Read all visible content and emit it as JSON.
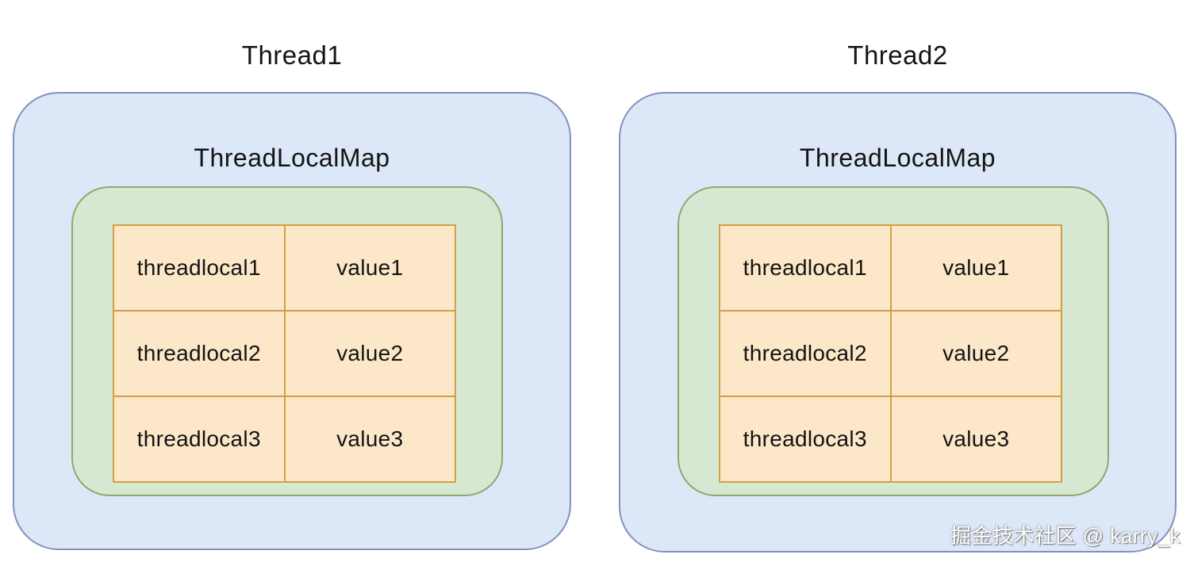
{
  "diagram": {
    "threads": [
      {
        "title": "Thread1",
        "map_label": "ThreadLocalMap",
        "entries": [
          {
            "key": "threadlocal1",
            "value": "value1"
          },
          {
            "key": "threadlocal2",
            "value": "value2"
          },
          {
            "key": "threadlocal3",
            "value": "value3"
          }
        ]
      },
      {
        "title": "Thread2",
        "map_label": "ThreadLocalMap",
        "entries": [
          {
            "key": "threadlocal1",
            "value": "value1"
          },
          {
            "key": "threadlocal2",
            "value": "value2"
          },
          {
            "key": "threadlocal3",
            "value": "value3"
          }
        ]
      }
    ],
    "colors": {
      "thread_box_fill": "#dce7f7",
      "thread_box_border": "#8291c1",
      "map_box_fill": "#d7e8d2",
      "map_box_border": "#8aaa6e",
      "cell_fill": "#fce7c9",
      "cell_border": "#d2a044",
      "text": "#141414"
    }
  },
  "watermark": "掘金技术社区 @ karry_k"
}
